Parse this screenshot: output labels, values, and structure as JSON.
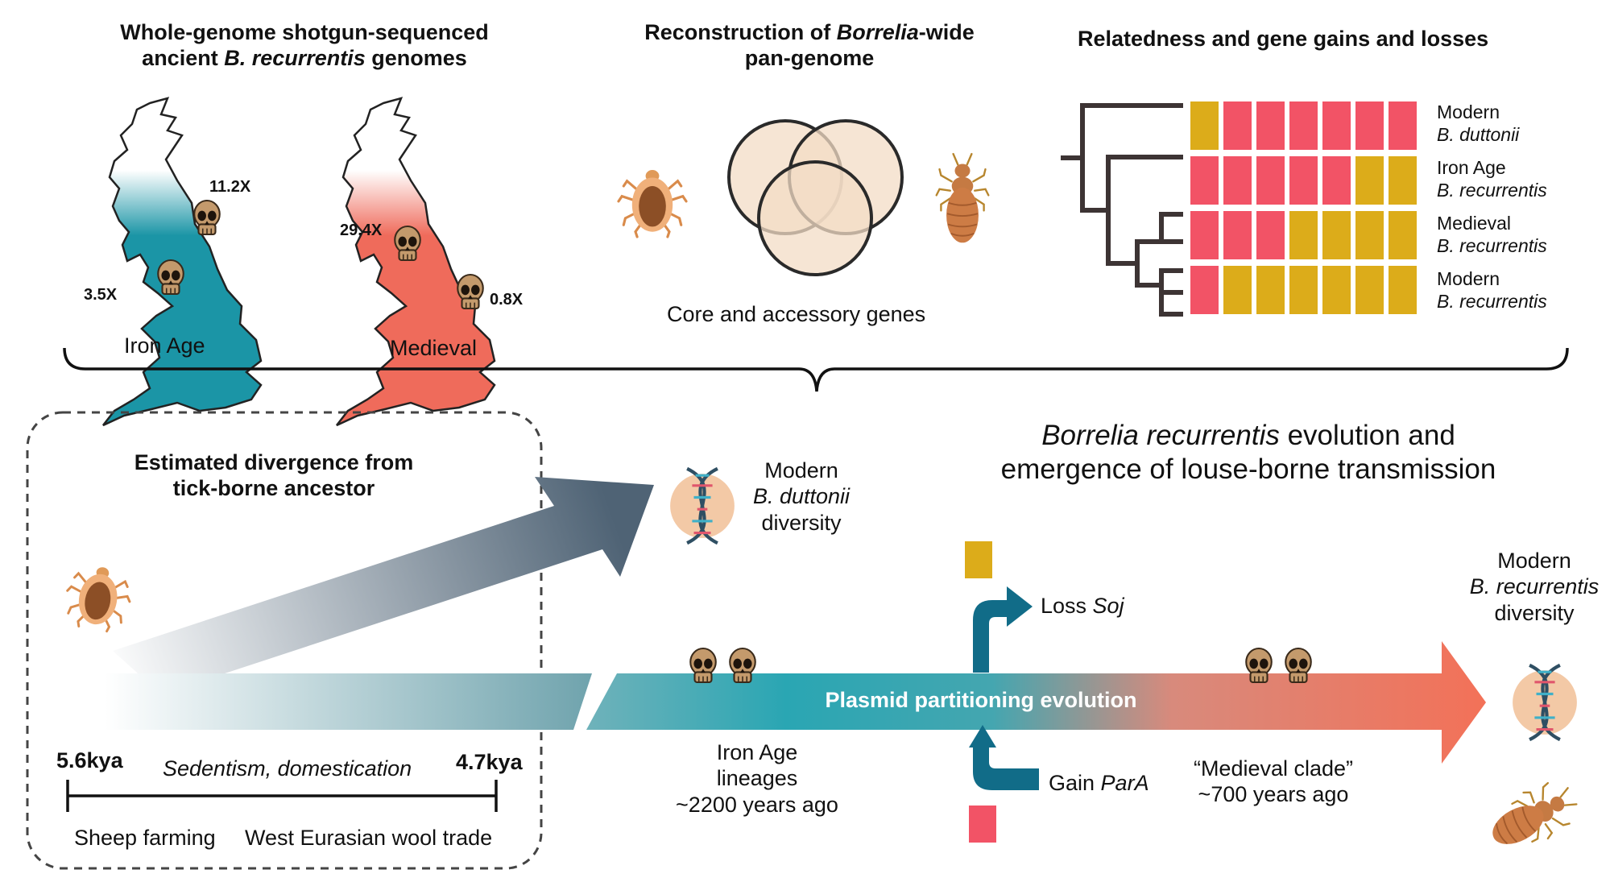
{
  "panels": {
    "genomes": {
      "title_line1": "Whole-genome shotgun-sequenced",
      "title_line2_pre": "ancient ",
      "title_line2_species": "B. recurrentis",
      "title_line2_post": " genomes",
      "maps": [
        {
          "label": "Iron Age",
          "color": "#1b95a6",
          "coverages": [
            "11.2X",
            "3.5X"
          ]
        },
        {
          "label": "Medieval",
          "color": "#ef6b5b",
          "coverages": [
            "29.4X",
            "0.8X"
          ]
        }
      ]
    },
    "pangenome": {
      "title_line1_pre": "Reconstruction of ",
      "title_line1_genus": "Borrelia",
      "title_line1_post": "-wide",
      "title_line2": "pan-genome",
      "caption": "Core and accessory genes",
      "venn_fill": "#f3dcc6"
    },
    "relatedness": {
      "title": "Relatedness and gene gains and losses",
      "presence_color": "#dcac1a",
      "absence_color": "#f25366",
      "rows": [
        {
          "label_line1": "Modern",
          "label_line2": "B. duttonii",
          "cells": [
            1,
            0,
            0,
            0,
            0,
            0,
            0
          ]
        },
        {
          "label_line1": "Iron Age",
          "label_line2": "B. recurrentis",
          "cells": [
            0,
            0,
            0,
            0,
            0,
            1,
            1
          ]
        },
        {
          "label_line1": "Medieval",
          "label_line2": "B. recurrentis",
          "cells": [
            0,
            0,
            0,
            1,
            1,
            1,
            1
          ]
        },
        {
          "label_line1": "Modern",
          "label_line2": "B. recurrentis",
          "cells": [
            0,
            1,
            1,
            1,
            1,
            1,
            1
          ]
        }
      ]
    }
  },
  "divergence": {
    "title_line1": "Estimated divergence from",
    "title_line2": "tick-borne ancestor",
    "start_label": "5.6kya",
    "end_label": "4.7kya",
    "timeline_caption": "Sedentism, domestication",
    "bottom_left": "Sheep farming",
    "bottom_right": "West Eurasian wool trade",
    "start_kya": 5.6,
    "end_kya": 4.7
  },
  "duttonii": {
    "line1": "Modern",
    "line2": "B. duttonii",
    "line3": "diversity"
  },
  "evolution": {
    "title_line1_species": "Borrelia recurrentis",
    "title_line1_post": " evolution and",
    "title_line2": "emergence of louse-borne transmission",
    "arrow_label": "Plasmid partitioning evolution",
    "arrow_colors": [
      "#2aa6b3",
      "#f37158"
    ],
    "loss_prefix": "Loss ",
    "loss_gene": "Soj",
    "gain_prefix": "Gain ",
    "gain_gene": "ParA",
    "iron_age_line1": "Iron Age",
    "iron_age_line2": "lineages",
    "iron_age_line3": "~2200 years ago",
    "medieval_line1": "“Medieval clade”",
    "medieval_line2": "~700 years ago",
    "modern_line1": "Modern",
    "modern_line2": "B. recurrentis",
    "modern_line3": "diversity"
  },
  "icons": [
    "tick-icon",
    "louse-icon",
    "skull-icon",
    "dna-icon",
    "venn-diagram",
    "phylogenetic-tree",
    "britain-map"
  ]
}
